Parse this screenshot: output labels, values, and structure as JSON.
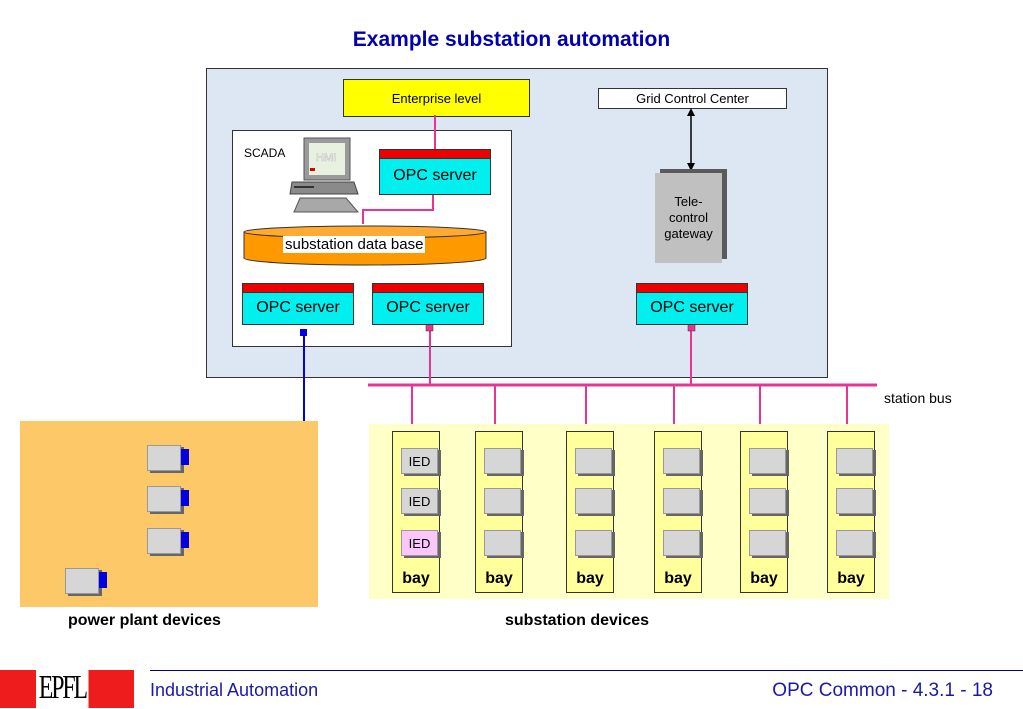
{
  "title": "Example substation automation",
  "station": {
    "enterprise_label": "Enterprise level",
    "grid_control_label": "Grid Control Center",
    "scada_label": "SCADA",
    "hmi_label": "HMI",
    "opc_server_label": "OPC server",
    "database_label": "substation data base",
    "gateway_label": "Tele-\ncontrol\ngateway"
  },
  "bus": {
    "label": "station bus"
  },
  "power_plant": {
    "caption": "power plant devices",
    "device_count": 4
  },
  "substation": {
    "caption": "substation devices",
    "bays": [
      {
        "label": "bay",
        "devices": [
          "IED",
          "IED",
          "IED"
        ]
      },
      {
        "label": "bay",
        "devices": [
          "",
          "",
          ""
        ]
      },
      {
        "label": "bay",
        "devices": [
          "",
          "",
          ""
        ]
      },
      {
        "label": "bay",
        "devices": [
          "",
          "",
          ""
        ]
      },
      {
        "label": "bay",
        "devices": [
          "",
          "",
          ""
        ]
      },
      {
        "label": "bay",
        "devices": [
          "",
          "",
          ""
        ]
      }
    ]
  },
  "footer": {
    "logo": "EPFL",
    "course": "Industrial Automation",
    "slide_ref": "OPC Common - 4.3.1 - 18"
  },
  "colors": {
    "title": "#0000b0",
    "bus": "#e8358f",
    "fieldbus": "#0000e0",
    "opc_header": "#ee0000",
    "opc_body": "#00f0f0"
  }
}
